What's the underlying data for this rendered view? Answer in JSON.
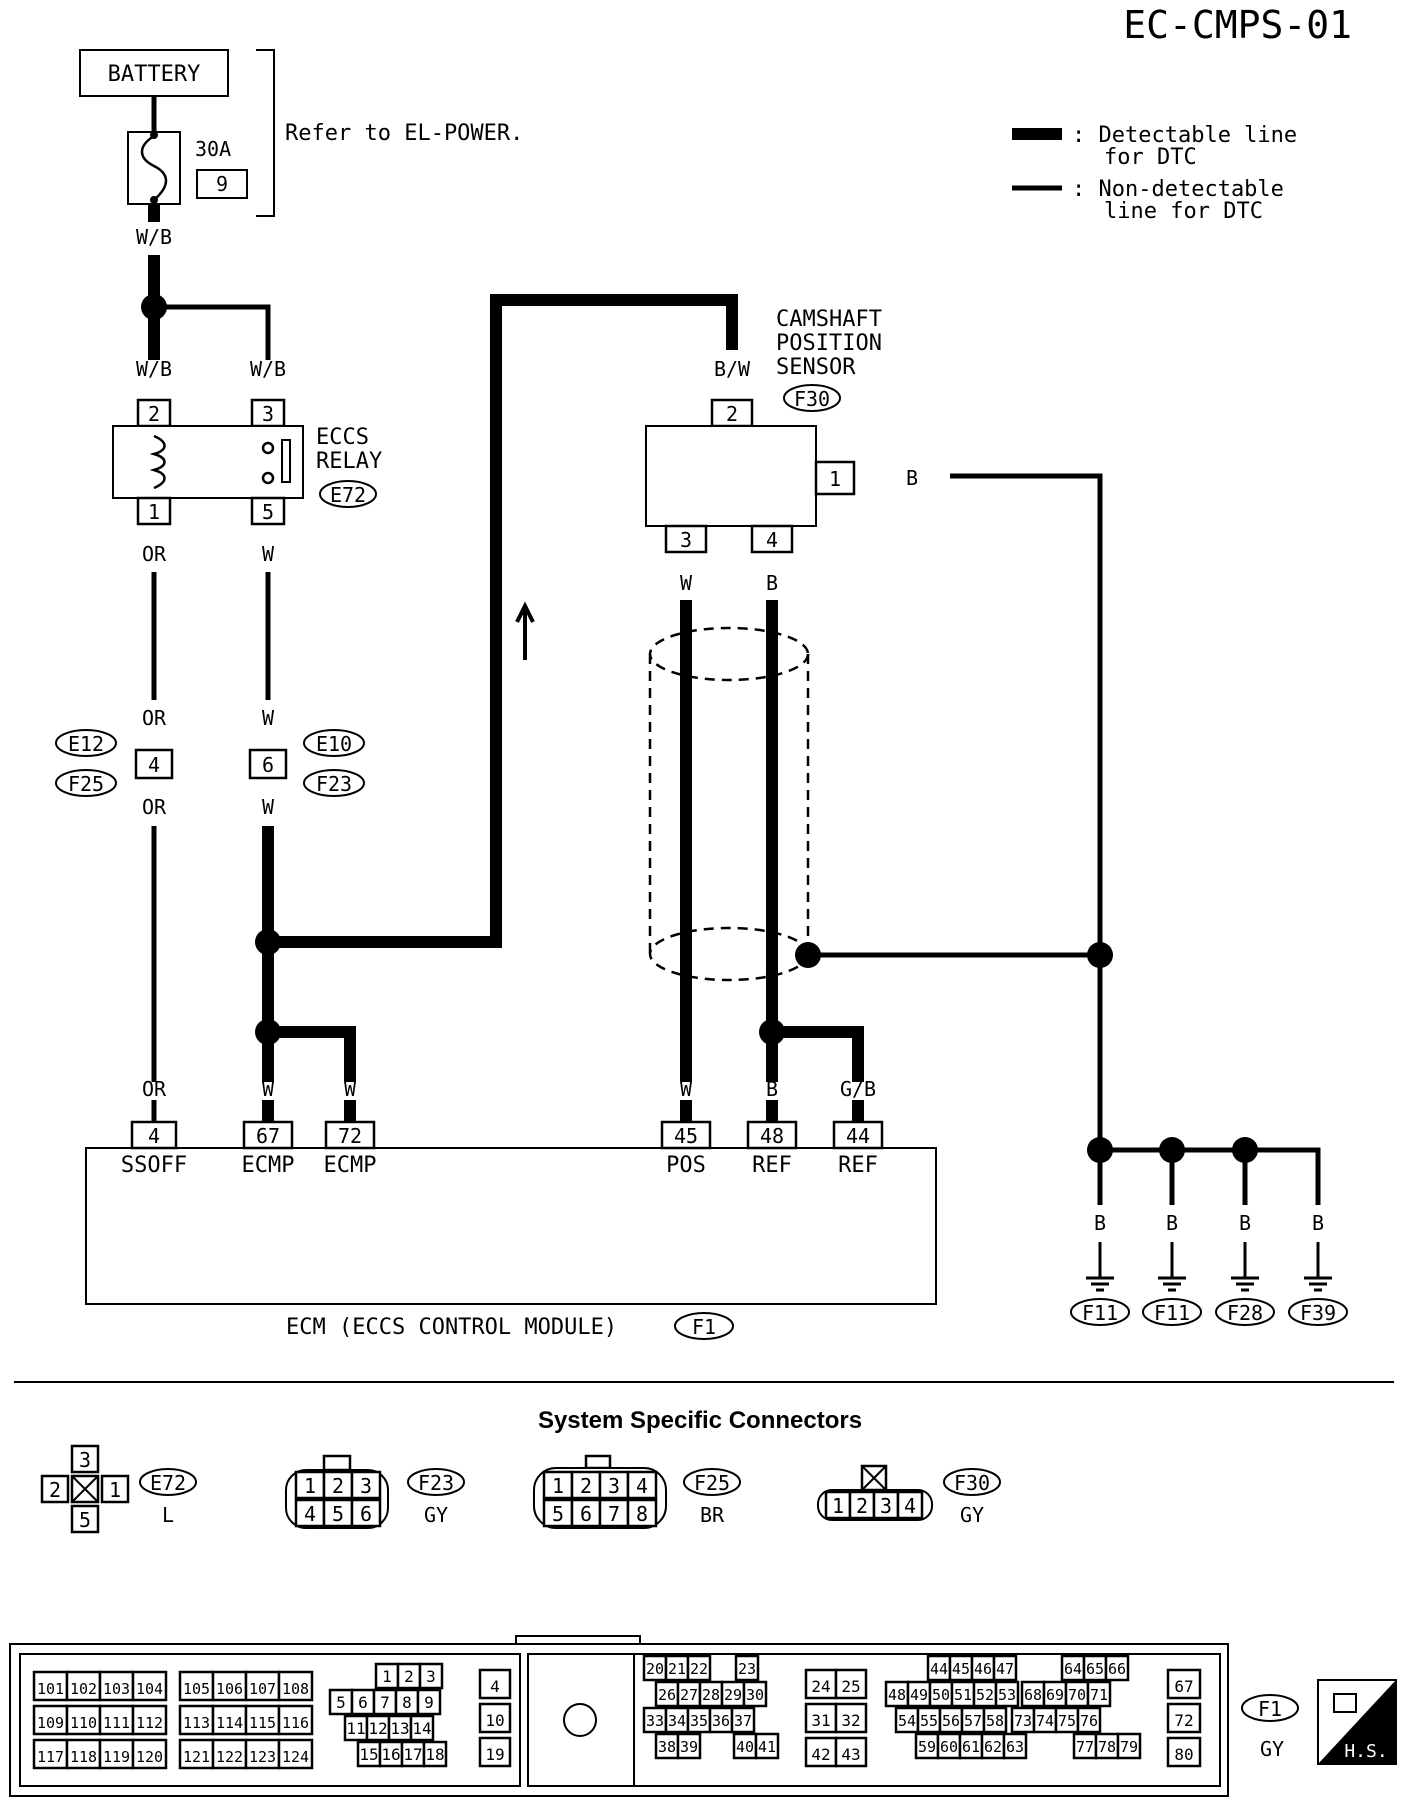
{
  "page_code": "EC-CMPS-01",
  "battery": {
    "label": "BATTERY",
    "fuse_rating": "30A",
    "fuse_number": "9",
    "note": "Refer to EL-POWER."
  },
  "legend": {
    "detectable": ": Detectable line",
    "detectable_2": "for DTC",
    "non_detectable": ": Non-detectable",
    "non_detectable_2": "line for DTC"
  },
  "wires": {
    "wb": "W/B",
    "bw": "B/W",
    "or": "OR",
    "w": "W",
    "b": "B",
    "gb": "G/B"
  },
  "relay": {
    "name": "ECCS",
    "name_2": "RELAY",
    "code": "E72",
    "pins": [
      "2",
      "3",
      "1",
      "5"
    ]
  },
  "sensor": {
    "name": "CAMSHAFT",
    "name_2": "POSITION",
    "name_3": "SENSOR",
    "code": "F30",
    "pins": [
      "2",
      "1",
      "3",
      "4"
    ]
  },
  "inline_connectors": [
    {
      "pin": "4",
      "codes": [
        "E12",
        "F25"
      ]
    },
    {
      "pin": "6",
      "codes": [
        "E10",
        "F23"
      ]
    }
  ],
  "ecm": {
    "label": "ECM (ECCS CONTROL MODULE)",
    "code": "F1",
    "terminals": [
      {
        "pin": "4",
        "name": "SSOFF"
      },
      {
        "pin": "67",
        "name": "ECMP"
      },
      {
        "pin": "72",
        "name": "ECMP"
      },
      {
        "pin": "45",
        "name": "POS"
      },
      {
        "pin": "48",
        "name": "REF"
      },
      {
        "pin": "44",
        "name": "REF"
      }
    ]
  },
  "grounds": [
    "F11",
    "F11",
    "F28",
    "F39"
  ],
  "connectors_section": {
    "title": "System Specific Connectors",
    "items": [
      {
        "code": "E72",
        "color": "L"
      },
      {
        "code": "F23",
        "color": "GY",
        "pins": [
          "1",
          "2",
          "3",
          "4",
          "5",
          "6"
        ]
      },
      {
        "code": "F25",
        "color": "BR",
        "pins": [
          "1",
          "2",
          "3",
          "4",
          "5",
          "6",
          "7",
          "8"
        ]
      },
      {
        "code": "F30",
        "color": "GY",
        "pins": [
          "1",
          "2",
          "3",
          "4"
        ]
      }
    ],
    "e72_pins": [
      "3",
      "2",
      "1",
      "5"
    ]
  },
  "ecm_connector": {
    "code": "F1",
    "color": "GY",
    "hs_label": "H.S.",
    "block_a": [
      "101",
      "102",
      "103",
      "104",
      "109",
      "110",
      "111",
      "112",
      "117",
      "118",
      "119",
      "120"
    ],
    "block_b": [
      "105",
      "106",
      "107",
      "108",
      "113",
      "114",
      "115",
      "116",
      "121",
      "122",
      "123",
      "124"
    ],
    "block_c": [
      "1",
      "2",
      "3",
      "5",
      "6",
      "7",
      "8",
      "9",
      "11",
      "12",
      "13",
      "14",
      "15",
      "16",
      "17",
      "18"
    ],
    "block_d": [
      "4",
      "10",
      "19"
    ],
    "block_e": [
      "20",
      "21",
      "22",
      "23",
      "26",
      "27",
      "28",
      "29",
      "30",
      "33",
      "34",
      "35",
      "36",
      "37",
      "38",
      "39",
      "40",
      "41"
    ],
    "block_f": [
      "24",
      "25",
      "31",
      "32",
      "42",
      "43"
    ],
    "block_g": [
      "44",
      "45",
      "46",
      "47",
      "64",
      "65",
      "66",
      "48",
      "49",
      "50",
      "51",
      "52",
      "53",
      "68",
      "69",
      "70",
      "71",
      "54",
      "55",
      "56",
      "57",
      "58",
      "73",
      "74",
      "75",
      "76",
      "59",
      "60",
      "61",
      "62",
      "63",
      "77",
      "78",
      "79"
    ],
    "block_h": [
      "67",
      "72",
      "80"
    ]
  }
}
